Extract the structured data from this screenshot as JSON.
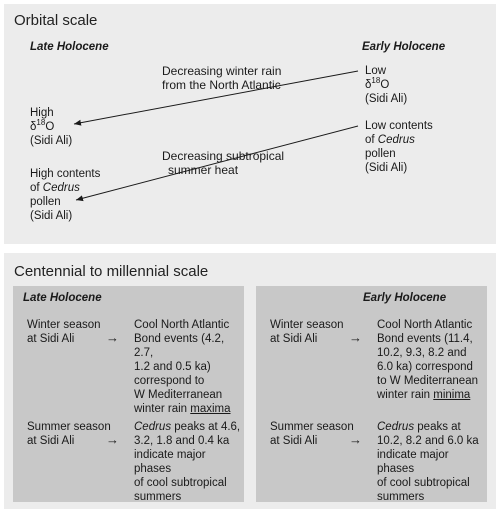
{
  "orbital": {
    "title": "Orbital scale",
    "late_label": "Late Holocene",
    "early_label": "Early Holocene",
    "early_d18o": {
      "line1": "Low",
      "d": "δ",
      "sup": "18",
      "o": "O",
      "site": "(Sidi Ali)"
    },
    "late_d18o": {
      "line1": "High",
      "d": "δ",
      "sup": "18",
      "o": "O",
      "site": "(Sidi Ali)"
    },
    "arrow1_label": {
      "line1": "Decreasing winter rain",
      "line2": "from the North Atlantic"
    },
    "arrow2_label": {
      "line1": "Decreasing subtropical",
      "line2": "summer heat"
    },
    "early_cedrus": {
      "line1": "Low contents",
      "line2a": "of ",
      "line2b": "Cedrus",
      "line3": "pollen",
      "line4": "(Sidi Ali)"
    },
    "late_cedrus": {
      "line1": "High contents",
      "line2a": "of ",
      "line2b": "Cedrus",
      "line3": "pollen",
      "line4": "(Sidi Ali)"
    }
  },
  "centennial": {
    "title": "Centennial  to millennial scale",
    "late": {
      "heading": "Late Holocene",
      "winter_label": {
        "l1": "Winter season",
        "l2": "at Sidi Ali"
      },
      "winter_text": {
        "l1": "Cool North Atlantic",
        "l2": "Bond events (4.2, 2.7,",
        "l3": "1.2 and 0.5 ka)",
        "l4": "correspond to",
        "l5": "W Mediterranean",
        "l6a": "winter rain ",
        "l6b": "maxima"
      },
      "summer_label": {
        "l1": "Summer season",
        "l2": "at Sidi Ali"
      },
      "summer_text": {
        "l1a": "Cedrus",
        "l1b": " peaks at 4.6,",
        "l2": "3.2, 1.8 and 0.4 ka",
        "l3": "indicate major phases",
        "l4": "of cool subtropical",
        "l5": "summers"
      }
    },
    "early": {
      "heading": "Early Holocene",
      "winter_label": {
        "l1": "Winter season",
        "l2": "at Sidi Ali"
      },
      "winter_text": {
        "l1": "Cool North Atlantic",
        "l2": "Bond events (11.4,",
        "l3": "10.2, 9.3, 8.2 and",
        "l4": "6.0 ka) correspond",
        "l5": "to W Mediterranean",
        "l6a": "winter rain ",
        "l6b": "minima"
      },
      "summer_label": {
        "l1": "Summer season",
        "l2": "at Sidi Ali"
      },
      "summer_text": {
        "l1a": "Cedrus",
        "l1b": " peaks at",
        "l2": "10.2, 8.2 and 6.0 ka",
        "l3": "indicate major phases",
        "l4": "of cool subtropical",
        "l5": "summers"
      }
    },
    "arrow_glyph": "→"
  }
}
